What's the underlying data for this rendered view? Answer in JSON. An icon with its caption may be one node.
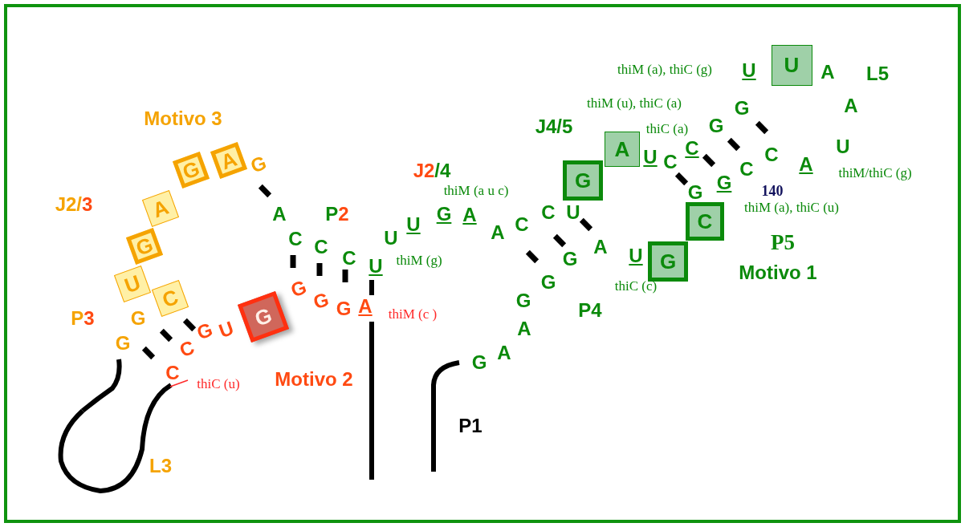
{
  "diagram": {
    "nodes": [
      {
        "text": [
          "U"
        ]
      },
      {
        "text": [
          "A"
        ]
      },
      {
        "text": [
          "G"
        ]
      },
      {
        "text": [
          "A"
        ]
      },
      {
        "text": [
          "G"
        ]
      },
      {
        "text": [
          "A"
        ]
      },
      {
        "text": [
          "C"
        ]
      },
      {
        "text": [
          "G"
        ]
      },
      {
        "text": [
          "G"
        ]
      },
      {
        "text": [
          "U"
        ]
      },
      {
        "text": [
          "C"
        ]
      },
      {
        "text": [
          "G"
        ]
      }
    ],
    "labels": [
      "thiM (a), thiC (g)",
      "U",
      "A",
      "L5",
      "thiM (u), thiC (a)",
      "A",
      "Motivo 3",
      "G",
      "J4/5",
      "thiC (a)",
      "G",
      "U",
      "C",
      "C",
      "C",
      "U",
      "C",
      "A",
      "thiM/thiC (g)",
      "G",
      "J2/4",
      "G",
      "thiM (a u c)",
      "140",
      "G",
      "J2/3",
      "thiM (a), thiC (u)",
      "U",
      "C",
      "A",
      "P2",
      "G",
      "A",
      "U",
      "C",
      "A",
      "U",
      "C",
      "P5",
      "A",
      "C",
      "U",
      "C",
      "G",
      "thiM (g)",
      "U",
      "Motivo 1",
      "G",
      "thiC (c)",
      "G",
      "G",
      "G",
      "G",
      "A",
      "P4",
      "thiM (c )",
      "P3",
      "G",
      "U",
      "A",
      "G",
      "G",
      "C",
      "A",
      "G",
      "C",
      "Motivo 2",
      "thiC (u)",
      "P1",
      "L3"
    ]
  }
}
